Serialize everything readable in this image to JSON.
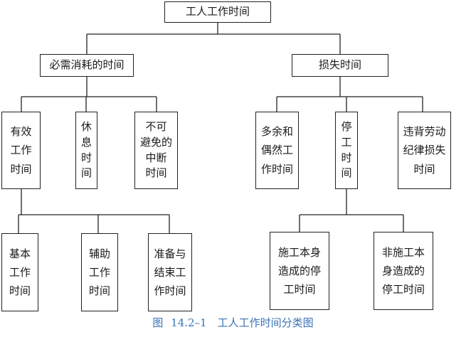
{
  "title": "工人工作时间",
  "necessary": {
    "label": "必需消耗的时间",
    "children": {
      "effective": {
        "label": "有效\n工作\n时间"
      },
      "rest": {
        "label": "休\n息\n时\n间"
      },
      "unavoidable": {
        "label": "不可\n避免的\n中断\n时间"
      }
    },
    "effective_children": {
      "basic": {
        "label": "基本\n工作\n时间"
      },
      "auxiliary": {
        "label": "辅助\n工作\n时间"
      },
      "prep_end": {
        "label": "准备与\n结束工\n作时间"
      }
    }
  },
  "loss": {
    "label": "损失时间",
    "children": {
      "surplus": {
        "label": "多余和\n偶然工\n作时间"
      },
      "downtime": {
        "label": "停\n工\n时\n间"
      },
      "violation": {
        "label": "违背劳动\n纪律损失\n时间"
      }
    },
    "downtime_children": {
      "construction": {
        "label": "施工本身\n造成的停\n工时间"
      },
      "non_construction": {
        "label": "非施工本\n身造成的\n停工时间"
      }
    }
  },
  "caption": "图 14.2–1　工人工作时间分类图",
  "colors": {
    "line": "#222222",
    "caption": "#3a73b5"
  }
}
